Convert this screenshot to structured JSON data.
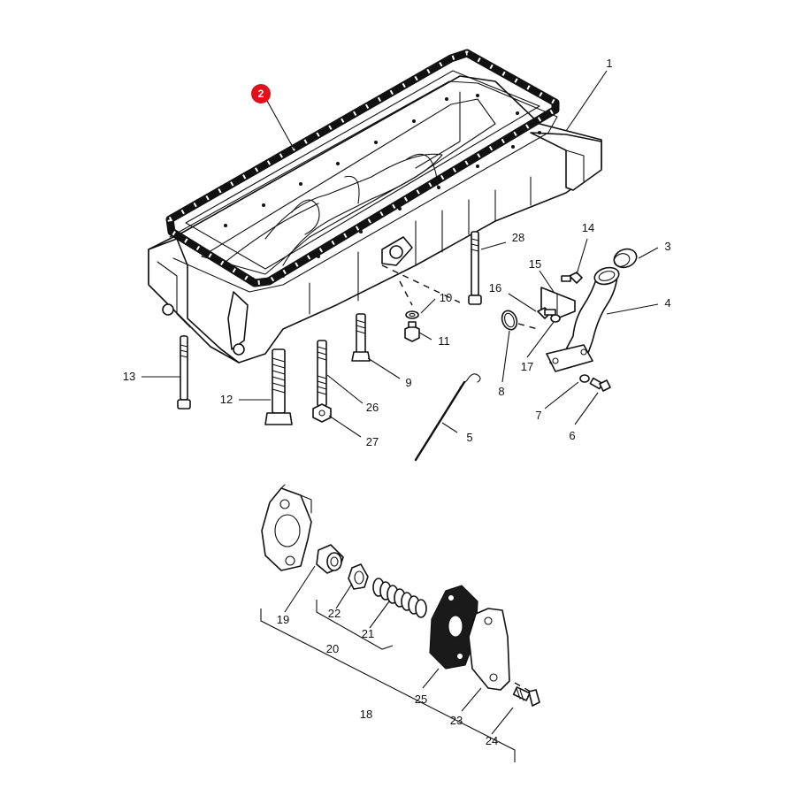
{
  "diagram": {
    "highlight": {
      "label": "2",
      "color": "#e0101a"
    },
    "callouts": [
      {
        "id": "1",
        "label": "1"
      },
      {
        "id": "3",
        "label": "3"
      },
      {
        "id": "4",
        "label": "4"
      },
      {
        "id": "5",
        "label": "5"
      },
      {
        "id": "6",
        "label": "6"
      },
      {
        "id": "7",
        "label": "7"
      },
      {
        "id": "8",
        "label": "8"
      },
      {
        "id": "9",
        "label": "9"
      },
      {
        "id": "10",
        "label": "10"
      },
      {
        "id": "11",
        "label": "11"
      },
      {
        "id": "12",
        "label": "12"
      },
      {
        "id": "13",
        "label": "13"
      },
      {
        "id": "14",
        "label": "14"
      },
      {
        "id": "15",
        "label": "15"
      },
      {
        "id": "16",
        "label": "16"
      },
      {
        "id": "17",
        "label": "17"
      },
      {
        "id": "18",
        "label": "18"
      },
      {
        "id": "19",
        "label": "19"
      },
      {
        "id": "20",
        "label": "20"
      },
      {
        "id": "21",
        "label": "21"
      },
      {
        "id": "22",
        "label": "22"
      },
      {
        "id": "23",
        "label": "23"
      },
      {
        "id": "24",
        "label": "24"
      },
      {
        "id": "25",
        "label": "25"
      },
      {
        "id": "26",
        "label": "26"
      },
      {
        "id": "27",
        "label": "27"
      },
      {
        "id": "28",
        "label": "28"
      }
    ]
  }
}
